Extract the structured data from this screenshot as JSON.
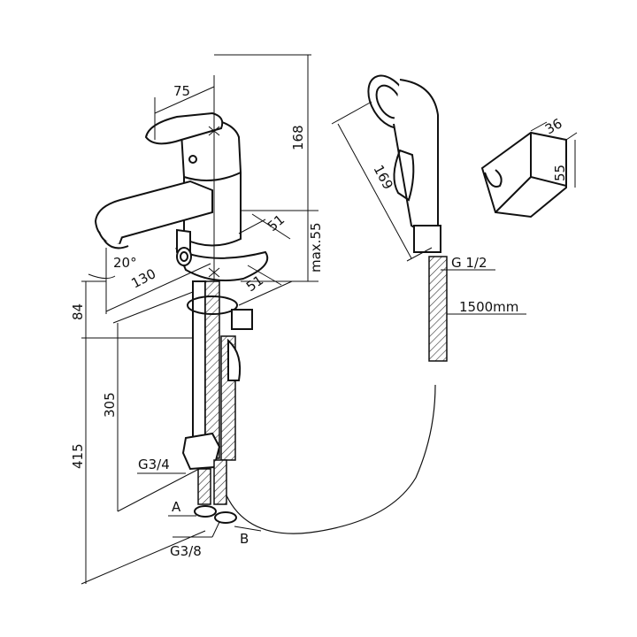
{
  "drawing": {
    "title": "Basin mixer with hand shower – dimension drawing",
    "dimensions": {
      "handle_width": "75",
      "mixer_height": "168",
      "body_depth_top": "51",
      "max_deck_thickness": "max.55",
      "spout_angle": "20°",
      "spout_reach": "130",
      "base_depth": "51",
      "spout_clearance": "84",
      "hose_length_to_connection": "305",
      "overall_hose_length": "415",
      "hand_shower_length": "169",
      "holder_depth": "36",
      "holder_height": "55"
    },
    "labels": {
      "inlet_thread": "G3/4",
      "connector_a": "A",
      "outlet_thread": "G3/8",
      "connector_b": "B",
      "shower_thread": "G 1/2",
      "shower_hose_length": "1500mm"
    }
  }
}
